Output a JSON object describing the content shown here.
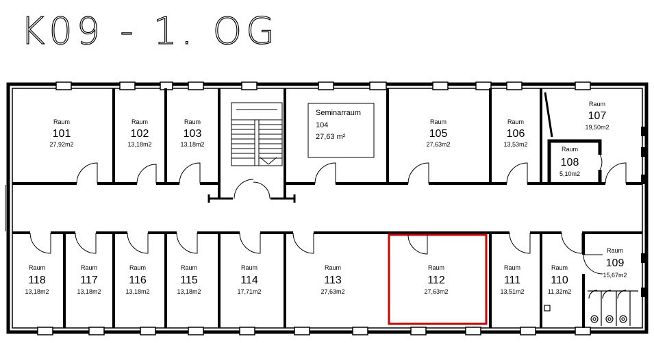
{
  "title": "K09 - 1. OG",
  "colors": {
    "wall": "#000000",
    "highlight": "#d00000",
    "background": "#ffffff"
  },
  "highlighted_room": "112",
  "rooms": {
    "r101": {
      "label": "Raum",
      "number": "101",
      "area": "27,92m2"
    },
    "r102": {
      "label": "Raum",
      "number": "102",
      "area": "13,18m2"
    },
    "r103": {
      "label": "Raum",
      "number": "103",
      "area": "13,18m2"
    },
    "r104": {
      "label": "Seminarraum",
      "number": "104",
      "area": "27,63 m²"
    },
    "r105": {
      "label": "Raum",
      "number": "105",
      "area": "27,63m2"
    },
    "r106": {
      "label": "Raum",
      "number": "106",
      "area": "13,53m2"
    },
    "r107": {
      "label": "Raum",
      "number": "107",
      "area": "19,50m2"
    },
    "r108": {
      "label": "Raum",
      "number": "108",
      "area": "5,10m2"
    },
    "r109": {
      "label": "Raum",
      "number": "109",
      "area": "15,67m2"
    },
    "r110": {
      "label": "Raum",
      "number": "110",
      "area": "11,32m2"
    },
    "r111": {
      "label": "Raum",
      "number": "111",
      "area": "13,51m2"
    },
    "r112": {
      "label": "Raum",
      "number": "112",
      "area": "27,63m2"
    },
    "r113": {
      "label": "Raum",
      "number": "113",
      "area": "27,63m2"
    },
    "r114": {
      "label": "Raum",
      "number": "114",
      "area": "17,71m2"
    },
    "r115": {
      "label": "Raum",
      "number": "115",
      "area": "13,18m2"
    },
    "r116": {
      "label": "Raum",
      "number": "116",
      "area": "13,18m2"
    },
    "r117": {
      "label": "Raum",
      "number": "117",
      "area": "13,18m2"
    },
    "r118": {
      "label": "Raum",
      "number": "118",
      "area": "13,18m2"
    }
  }
}
